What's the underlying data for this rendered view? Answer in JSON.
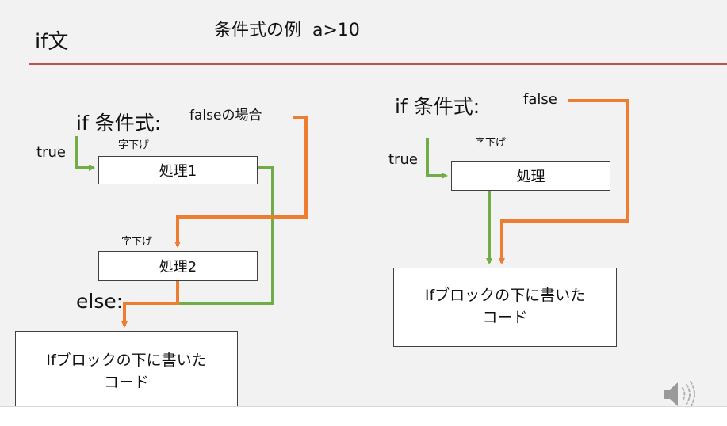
{
  "header": {
    "section_title": "if文",
    "condition_example": "条件式の例  a>10"
  },
  "left_flow": {
    "if_label": "if 条件式:",
    "false_label": "falseの場合",
    "true_label": "true",
    "indent_label_1": "字下げ",
    "process1": "処理1",
    "indent_label_2": "字下げ",
    "process2": "処理2",
    "else_label": "else:",
    "after_block": "Ifブロックの下に書いた\nコード"
  },
  "right_flow": {
    "if_label": "if 条件式:",
    "false_label": "false",
    "true_label": "true",
    "indent_label": "字下げ",
    "process": "処理",
    "after_block": "Ifブロックの下に書いた\nコード"
  },
  "colors": {
    "true_arrow": "#70ad47",
    "false_arrow": "#ed7d31",
    "title_rule": "#c0504d"
  },
  "icons": {
    "audio": "speaker-icon"
  }
}
